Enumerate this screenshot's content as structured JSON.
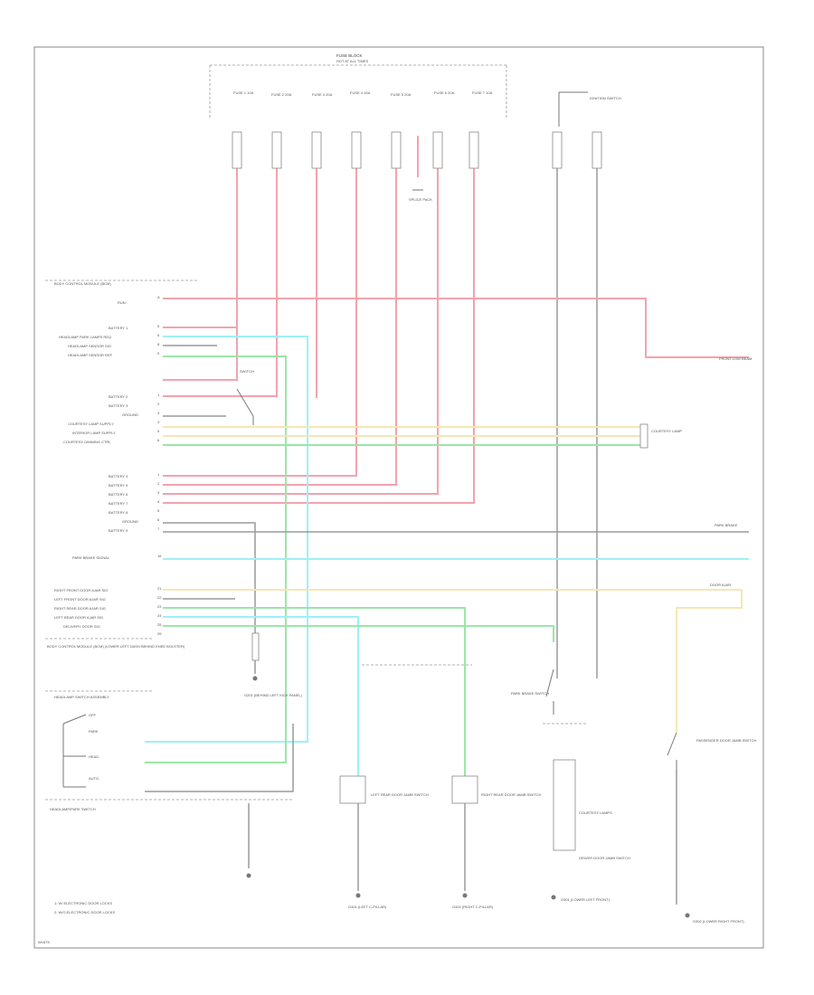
{
  "colors": {
    "red_wire": "#f3a3ad",
    "cyan_wire": "#9ef0f6",
    "green_wire": "#9be6a8",
    "yellow_wire": "#f6e6b4",
    "gray_wire": "#9a9a9a",
    "frame": "#888888"
  },
  "diagram": {
    "footer_id": "W1875",
    "fuse_block_title": "FUSE BLOCK",
    "fuse_block_sub": "HOT AT ALL TIMES",
    "fuses": [
      "FUSE 1 10A",
      "FUSE 2 20A",
      "FUSE 3 20A",
      "FUSE 4 15A",
      "FUSE 5 20A",
      "FUSE 6 20A",
      "FUSE 7 10A"
    ],
    "ignition_label": "IGNITION SWITCH",
    "ground_note": "SPLICE PACK",
    "module_header": "BODY CONTROL MODULE (BCM)",
    "module_pins": [
      "RUN",
      "BATTERY 1",
      "HEADLAMP PARK LAMPS REQ",
      "HEADLAMP SENSOR SIG",
      "HEADLAMP SENSOR REF",
      "BATTERY 2",
      "BATTERY 3",
      "GROUND",
      "COURTESY LAMP SUPPLY",
      "INTERIOR LAMP SUPPLY",
      "COURTESY DIMMING CTRL",
      "BATTERY 4",
      "BATTERY 5",
      "BATTERY 6",
      "BATTERY 7",
      "BATTERY 8",
      "GROUND",
      "BATTERY 9",
      "PARK BRAKE SIGNAL",
      "RIGHT FRONT DOOR AJAR SIG",
      "LEFT FRONT DOOR AJAR SIG",
      "RIGHT REAR DOOR AJAR SIG",
      "LEFT REAR DOOR AJAR SIG",
      "DELIVERY DOOR SIG"
    ],
    "module_footer": "BODY CONTROL MODULE (BCM) (LOWER LEFT DASH BEHIND KNEE BOLSTER)",
    "ground_splice": "G201 (BEHIND LEFT KICK PANEL)",
    "headlamp_switch_title": "HEADLAMP SWITCH ASSEMBLY",
    "headlamp_switch_positions": [
      "OFF",
      "PARK",
      "HEAD",
      "AUTO"
    ],
    "headlamp_switch_caption": "HEADLAMP/PARK SWITCH",
    "notes": [
      "1: W/ ELECTRONIC DOOR LOCKS",
      "2: W/O ELECTRONIC DOOR LOCKS"
    ],
    "dome_switches": [
      "LEFT REAR DOOR JAMB SWITCH",
      "RIGHT REAR DOOR JAMB SWITCH"
    ],
    "grounds": [
      "G401 (LEFT C-PILLAR)",
      "G402 (RIGHT C-PILLAR)",
      "G301 (LOWER LEFT FRONT)",
      "G302 (LOWER RIGHT FRONT)"
    ],
    "park_brake_switch": "PARK BRAKE SWITCH",
    "driver_switch": "DRIVER DOOR JAMB SWITCH",
    "passenger_switch": "PASSENGER DOOR JAMB SWITCH",
    "courtesy_lamps": "COURTESY LAMPS",
    "right_side": [
      "FRONT LOW BEAM",
      "COURTESY LAMP",
      "PARK BRAKE",
      "DOOR AJAR"
    ]
  }
}
